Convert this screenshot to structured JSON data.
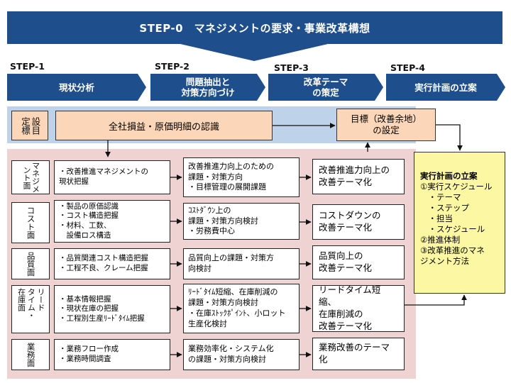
{
  "header": {
    "title": "STEP-0　マネジメントの要求・事業改革構想"
  },
  "steps": [
    {
      "label": "STEP-1",
      "name": "現状分析"
    },
    {
      "label": "STEP-2",
      "name_lines": [
        "問題抽出と",
        "対策方向づけ"
      ]
    },
    {
      "label": "STEP-3",
      "name_lines": [
        "改革テーマ",
        "の策定"
      ]
    },
    {
      "label": "STEP-4",
      "name": "実行計画の立案"
    }
  ],
  "goal_row": {
    "label": "設目定標",
    "recognition": "全社損益・原価明細の認識",
    "target_lines": [
      "目標（改善余地）",
      "の設定"
    ]
  },
  "rows": [
    {
      "category": "マネジメント面",
      "analysis": [
        "・改善推進マネジメントの",
        "現状把握"
      ],
      "issues": [
        "改善推進力向上のための",
        "課題・対策方向",
        "・目標管理の展開課題"
      ],
      "theme": [
        "改善推進力向上の",
        "改善テーマ化"
      ]
    },
    {
      "category": "コスト面",
      "analysis": [
        "・製品の原価認識",
        "・コスト構造把握",
        "・材料、工数、",
        "　設備ロス構造"
      ],
      "issues": [
        "ｺｽﾄﾀﾞｳﾝ上の",
        "課題・対策方向検討",
        "・労務費中心"
      ],
      "theme": [
        "コストダウンの",
        "改善テーマ化"
      ]
    },
    {
      "category": "品質面",
      "analysis": [
        "・品質関連コスト構造把握",
        "・工程不良、クレーム把握"
      ],
      "issues": [
        "品質向上の課題・対策方",
        "向検討"
      ],
      "theme": [
        "品質向上の",
        "改善テーマ化"
      ]
    },
    {
      "category_lines": [
        "リード",
        "タイム・",
        "在庫面"
      ],
      "analysis": [
        "・基本情報把握",
        "・現状在庫の把握",
        "・工程別生産ﾘｰﾄﾞﾀｲﾑ把握"
      ],
      "issues": [
        "ﾘｰﾄﾞﾀｲﾑ短縮、在庫削減の",
        "課題・対策方向検討",
        "・在庫ｽﾄｯｸﾎﾟｲﾝﾄ、小ロット",
        "生産化検討"
      ],
      "theme": [
        "リードタイム短縮、",
        "在庫削減の",
        "改善テーマ化"
      ]
    },
    {
      "category": "業務面",
      "analysis": [
        "・業務フロー作成",
        "・業務時間調査"
      ],
      "issues": [
        "業務効率化・システム化",
        "の課題・対策方向検討"
      ],
      "theme": [
        "業務改善のテーマ",
        "化"
      ]
    }
  ],
  "plan": {
    "title": "実行計画の立案",
    "items": [
      "①実行スケジュール",
      "　・テーマ",
      "　・ステップ",
      "　・担当",
      "　・スケジュール",
      "②推進体制",
      "③改革推進のマネ",
      "ジメント方法"
    ]
  },
  "colors": {
    "navy": "#1f4e8c",
    "blue_band": "#bed2ea",
    "pink_band": "#efd3d3",
    "peach": "#fbd6b8",
    "yellow": "#fbf7a3"
  }
}
